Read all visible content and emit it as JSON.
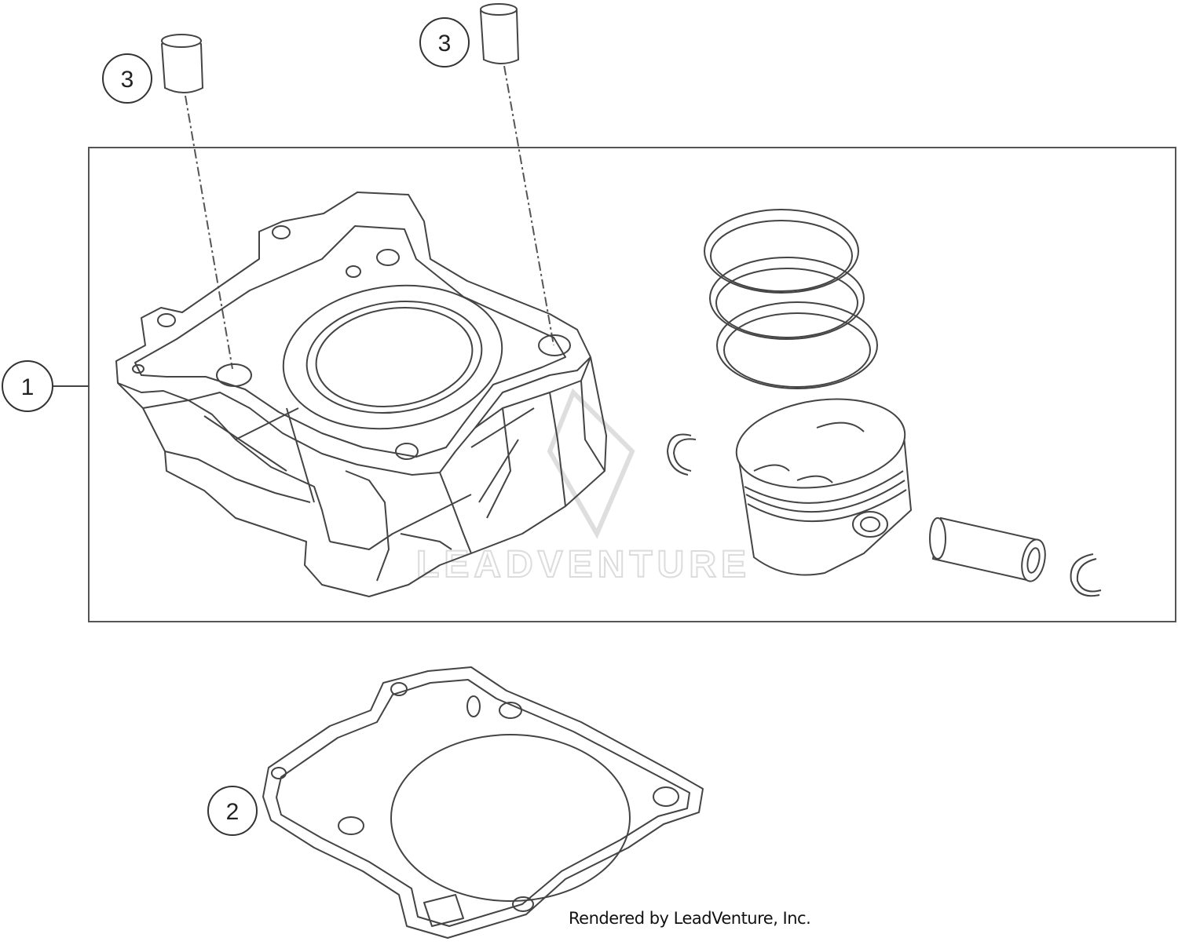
{
  "callouts": [
    {
      "id": "1",
      "label": "1"
    },
    {
      "id": "2",
      "label": "2"
    },
    {
      "id": "3a",
      "label": "3"
    },
    {
      "id": "3b",
      "label": "3"
    }
  ],
  "parts": [
    "cylinder",
    "piston-rings",
    "piston",
    "piston-pin",
    "circlip",
    "cylinder-base-gasket",
    "dowel-sleeve"
  ],
  "watermark": "LEADVENTURE",
  "credit": "Rendered by LeadVenture, Inc.",
  "colors": {
    "line": "#444444",
    "watermark": "#dcdcdc",
    "background": "#ffffff"
  }
}
